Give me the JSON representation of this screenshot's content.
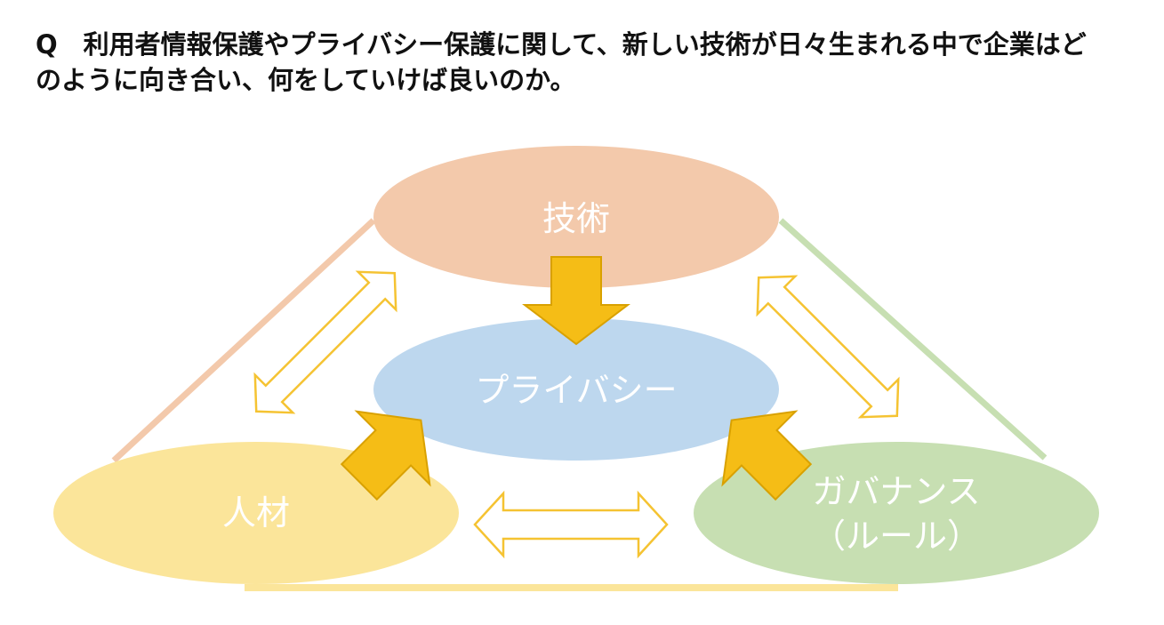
{
  "question": {
    "line1": "Q　利用者情報保護やプライバシー保護に関して、新しい技術が日々生まれる中で企業はど",
    "line2": "のように向き合い、何をしていけば良いのか。"
  },
  "diagram": {
    "nodes": {
      "technology": {
        "label": "技術",
        "color": "#f3c9ab"
      },
      "privacy": {
        "label": "プライバシー",
        "color": "#bdd7ee"
      },
      "people": {
        "label": "人材",
        "color": "#fbe59a"
      },
      "governance": {
        "line1": "ガバナンス",
        "line2": "（ルール）",
        "color": "#c7dfb2"
      }
    },
    "colors": {
      "arrow_fill": "#f5bd16",
      "arrow_stroke": "#d9a100",
      "outline_arrow": "#f5c332"
    }
  }
}
